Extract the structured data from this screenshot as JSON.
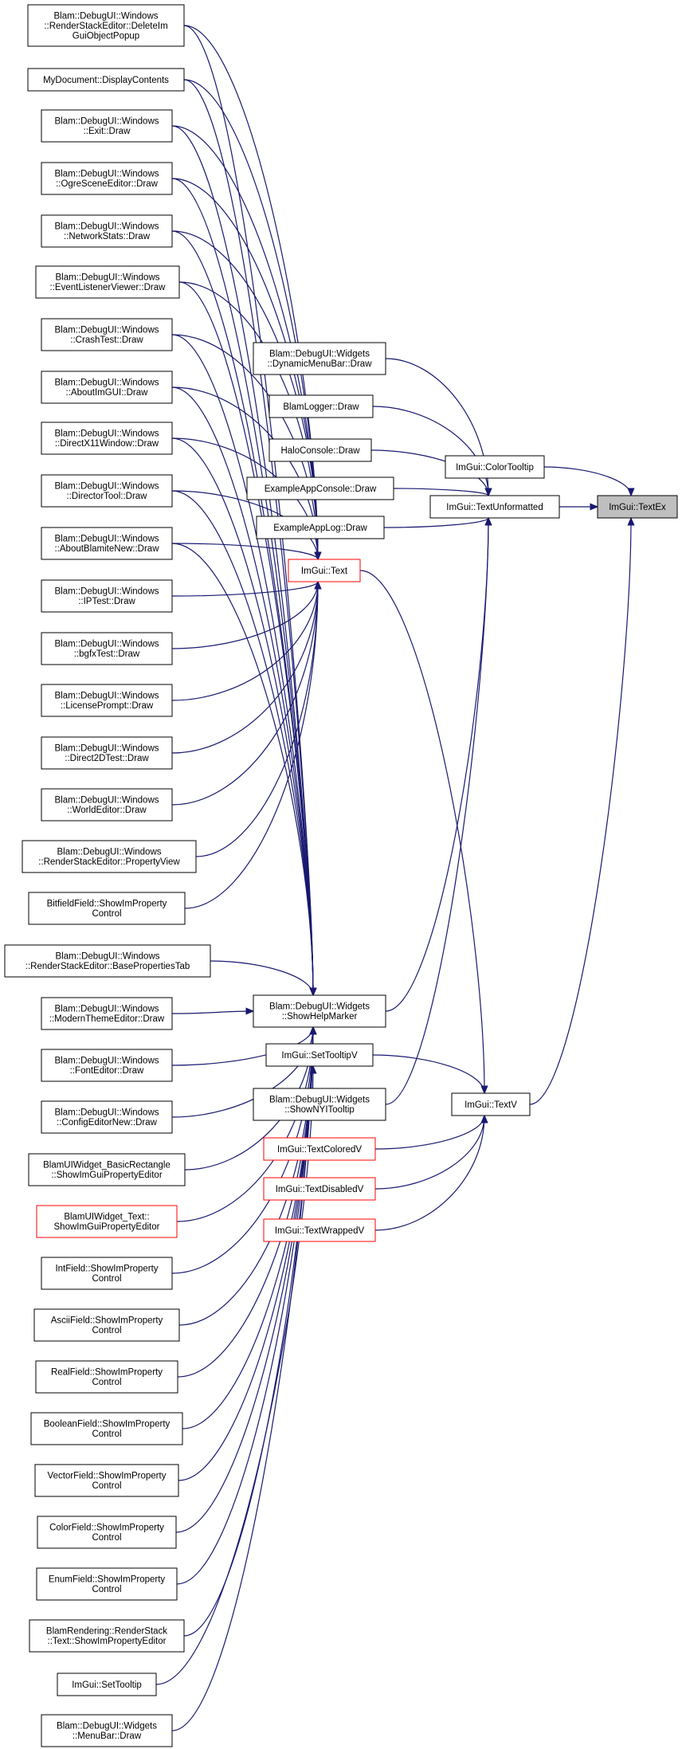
{
  "diagram": {
    "colors": {
      "edge": "#191970",
      "node_border": "#000000",
      "highlight_border": "#ff0000",
      "focus_fill": "#bfbfbf"
    },
    "nodes": [
      {
        "id": "n1",
        "lines": [
          "Blam::DebugUI::Windows",
          "::RenderStackEditor::DeleteIm",
          "GuiObjectPopup"
        ]
      },
      {
        "id": "n2",
        "lines": [
          "MyDocument::DisplayContents"
        ]
      },
      {
        "id": "n3",
        "lines": [
          "Blam::DebugUI::Windows",
          "::Exit::Draw"
        ]
      },
      {
        "id": "n4",
        "lines": [
          "Blam::DebugUI::Windows",
          "::OgreSceneEditor::Draw"
        ]
      },
      {
        "id": "n5",
        "lines": [
          "Blam::DebugUI::Windows",
          "::NetworkStats::Draw"
        ]
      },
      {
        "id": "n6",
        "lines": [
          "Blam::DebugUI::Windows",
          "::EventListenerViewer::Draw"
        ]
      },
      {
        "id": "n7",
        "lines": [
          "Blam::DebugUI::Windows",
          "::CrashTest::Draw"
        ]
      },
      {
        "id": "n8",
        "lines": [
          "Blam::DebugUI::Windows",
          "::AboutImGUI::Draw"
        ]
      },
      {
        "id": "n9",
        "lines": [
          "Blam::DebugUI::Windows",
          "::DirectX11Window::Draw"
        ]
      },
      {
        "id": "n10",
        "lines": [
          "Blam::DebugUI::Windows",
          "::DirectorTool::Draw"
        ]
      },
      {
        "id": "n11",
        "lines": [
          "Blam::DebugUI::Windows",
          "::AboutBlamiteNew::Draw"
        ]
      },
      {
        "id": "n12",
        "lines": [
          "Blam::DebugUI::Windows",
          "::IPTest::Draw"
        ]
      },
      {
        "id": "n13",
        "lines": [
          "Blam::DebugUI::Windows",
          "::bgfxTest::Draw"
        ]
      },
      {
        "id": "n14",
        "lines": [
          "Blam::DebugUI::Windows",
          "::LicensePrompt::Draw"
        ]
      },
      {
        "id": "n15",
        "lines": [
          "Blam::DebugUI::Windows",
          "::Direct2DTest::Draw"
        ]
      },
      {
        "id": "n16",
        "lines": [
          "Blam::DebugUI::Windows",
          "::WorldEditor::Draw"
        ]
      },
      {
        "id": "n17",
        "lines": [
          "Blam::DebugUI::Windows",
          "::RenderStackEditor::PropertyView"
        ]
      },
      {
        "id": "n18",
        "lines": [
          "BitfieldField::ShowImProperty",
          "Control"
        ]
      },
      {
        "id": "n19",
        "lines": [
          "Blam::DebugUI::Windows",
          "::RenderStackEditor::BasePropertiesTab"
        ]
      },
      {
        "id": "n20",
        "lines": [
          "Blam::DebugUI::Windows",
          "::ModernThemeEditor::Draw"
        ]
      },
      {
        "id": "n21",
        "lines": [
          "Blam::DebugUI::Windows",
          "::FontEditor::Draw"
        ]
      },
      {
        "id": "n22",
        "lines": [
          "Blam::DebugUI::Windows",
          "::ConfigEditorNew::Draw"
        ]
      },
      {
        "id": "n23",
        "lines": [
          "BlamUIWidget_BasicRectangle",
          "::ShowImGuiPropertyEditor"
        ]
      },
      {
        "id": "n24",
        "lines": [
          "BlamUIWidget_Text::",
          "ShowImGuiPropertyEditor"
        ],
        "highlight": true
      },
      {
        "id": "n25",
        "lines": [
          "IntField::ShowImProperty",
          "Control"
        ]
      },
      {
        "id": "n26",
        "lines": [
          "AsciiField::ShowImProperty",
          "Control"
        ]
      },
      {
        "id": "n27",
        "lines": [
          "RealField::ShowImProperty",
          "Control"
        ]
      },
      {
        "id": "n28",
        "lines": [
          "BooleanField::ShowImProperty",
          "Control"
        ]
      },
      {
        "id": "n29",
        "lines": [
          "VectorField::ShowImProperty",
          "Control"
        ]
      },
      {
        "id": "n30",
        "lines": [
          "ColorField::ShowImProperty",
          "Control"
        ]
      },
      {
        "id": "n31",
        "lines": [
          "EnumField::ShowImProperty",
          "Control"
        ]
      },
      {
        "id": "n32",
        "lines": [
          "BlamRendering::RenderStack",
          "::Text::ShowImPropertyEditor"
        ]
      },
      {
        "id": "n33",
        "lines": [
          "ImGui::SetTooltip"
        ]
      },
      {
        "id": "n34",
        "lines": [
          "Blam::DebugUI::Widgets",
          "::MenuBar::Draw"
        ]
      },
      {
        "id": "m1",
        "lines": [
          "Blam::DebugUI::Widgets",
          "::DynamicMenuBar::Draw"
        ]
      },
      {
        "id": "m2",
        "lines": [
          "BlamLogger::Draw"
        ]
      },
      {
        "id": "m3",
        "lines": [
          "HaloConsole::Draw"
        ]
      },
      {
        "id": "m4",
        "lines": [
          "ExampleAppConsole::Draw"
        ]
      },
      {
        "id": "m5",
        "lines": [
          "ExampleAppLog::Draw"
        ]
      },
      {
        "id": "imtext",
        "lines": [
          "ImGui::Text"
        ],
        "highlight": true
      },
      {
        "id": "helpmarker",
        "lines": [
          "Blam::DebugUI::Widgets",
          "::ShowHelpMarker"
        ]
      },
      {
        "id": "settooltipv",
        "lines": [
          "ImGui::SetTooltipV"
        ]
      },
      {
        "id": "shownyi",
        "lines": [
          "Blam::DebugUI::Widgets",
          "::ShowNYITooltip"
        ]
      },
      {
        "id": "textcolored",
        "lines": [
          "ImGui::TextColoredV"
        ],
        "highlight": true
      },
      {
        "id": "textdisabled",
        "lines": [
          "ImGui::TextDisabledV"
        ],
        "highlight": true
      },
      {
        "id": "textwrapped",
        "lines": [
          "ImGui::TextWrappedV"
        ],
        "highlight": true
      },
      {
        "id": "colortooltip",
        "lines": [
          "ImGui::ColorTooltip"
        ]
      },
      {
        "id": "textunformatted",
        "lines": [
          "ImGui::TextUnformatted"
        ]
      },
      {
        "id": "textv",
        "lines": [
          "ImGui::TextV"
        ]
      },
      {
        "id": "textex",
        "lines": [
          "ImGui::TextEx"
        ],
        "focus": true
      }
    ],
    "edges": [
      [
        "n1",
        "imtext"
      ],
      [
        "n2",
        "imtext"
      ],
      [
        "n3",
        "imtext"
      ],
      [
        "n4",
        "imtext"
      ],
      [
        "n5",
        "imtext"
      ],
      [
        "n6",
        "imtext"
      ],
      [
        "n7",
        "imtext"
      ],
      [
        "n8",
        "imtext"
      ],
      [
        "n9",
        "imtext"
      ],
      [
        "n10",
        "imtext"
      ],
      [
        "n11",
        "imtext"
      ],
      [
        "n12",
        "imtext"
      ],
      [
        "n13",
        "imtext"
      ],
      [
        "n14",
        "imtext"
      ],
      [
        "n15",
        "imtext"
      ],
      [
        "n16",
        "imtext"
      ],
      [
        "n17",
        "imtext"
      ],
      [
        "n18",
        "imtext"
      ],
      [
        "n1",
        "helpmarker"
      ],
      [
        "n2",
        "helpmarker"
      ],
      [
        "n3",
        "helpmarker"
      ],
      [
        "n4",
        "helpmarker"
      ],
      [
        "n5",
        "helpmarker"
      ],
      [
        "n6",
        "helpmarker"
      ],
      [
        "n7",
        "helpmarker"
      ],
      [
        "n8",
        "helpmarker"
      ],
      [
        "n9",
        "helpmarker"
      ],
      [
        "n10",
        "helpmarker"
      ],
      [
        "n11",
        "helpmarker"
      ],
      [
        "n19",
        "helpmarker"
      ],
      [
        "n20",
        "helpmarker"
      ],
      [
        "n21",
        "helpmarker"
      ],
      [
        "n22",
        "helpmarker"
      ],
      [
        "n23",
        "helpmarker"
      ],
      [
        "n24",
        "helpmarker"
      ],
      [
        "n25",
        "helpmarker"
      ],
      [
        "n26",
        "helpmarker"
      ],
      [
        "n27",
        "helpmarker"
      ],
      [
        "n28",
        "helpmarker"
      ],
      [
        "n29",
        "helpmarker"
      ],
      [
        "n30",
        "helpmarker"
      ],
      [
        "n31",
        "helpmarker"
      ],
      [
        "n32",
        "helpmarker"
      ],
      [
        "n34",
        "helpmarker"
      ],
      [
        "n33",
        "settooltipv"
      ],
      [
        "m1",
        "textunformatted"
      ],
      [
        "m2",
        "textunformatted"
      ],
      [
        "m3",
        "textunformatted"
      ],
      [
        "m4",
        "textunformatted"
      ],
      [
        "m5",
        "textunformatted"
      ],
      [
        "helpmarker",
        "textunformatted"
      ],
      [
        "shownyi",
        "textunformatted"
      ],
      [
        "imtext",
        "textv"
      ],
      [
        "settooltipv",
        "textv"
      ],
      [
        "textcolored",
        "textv"
      ],
      [
        "textdisabled",
        "textv"
      ],
      [
        "textwrapped",
        "textv"
      ],
      [
        "colortooltip",
        "textex"
      ],
      [
        "textunformatted",
        "textex"
      ],
      [
        "textv",
        "textex"
      ]
    ]
  }
}
